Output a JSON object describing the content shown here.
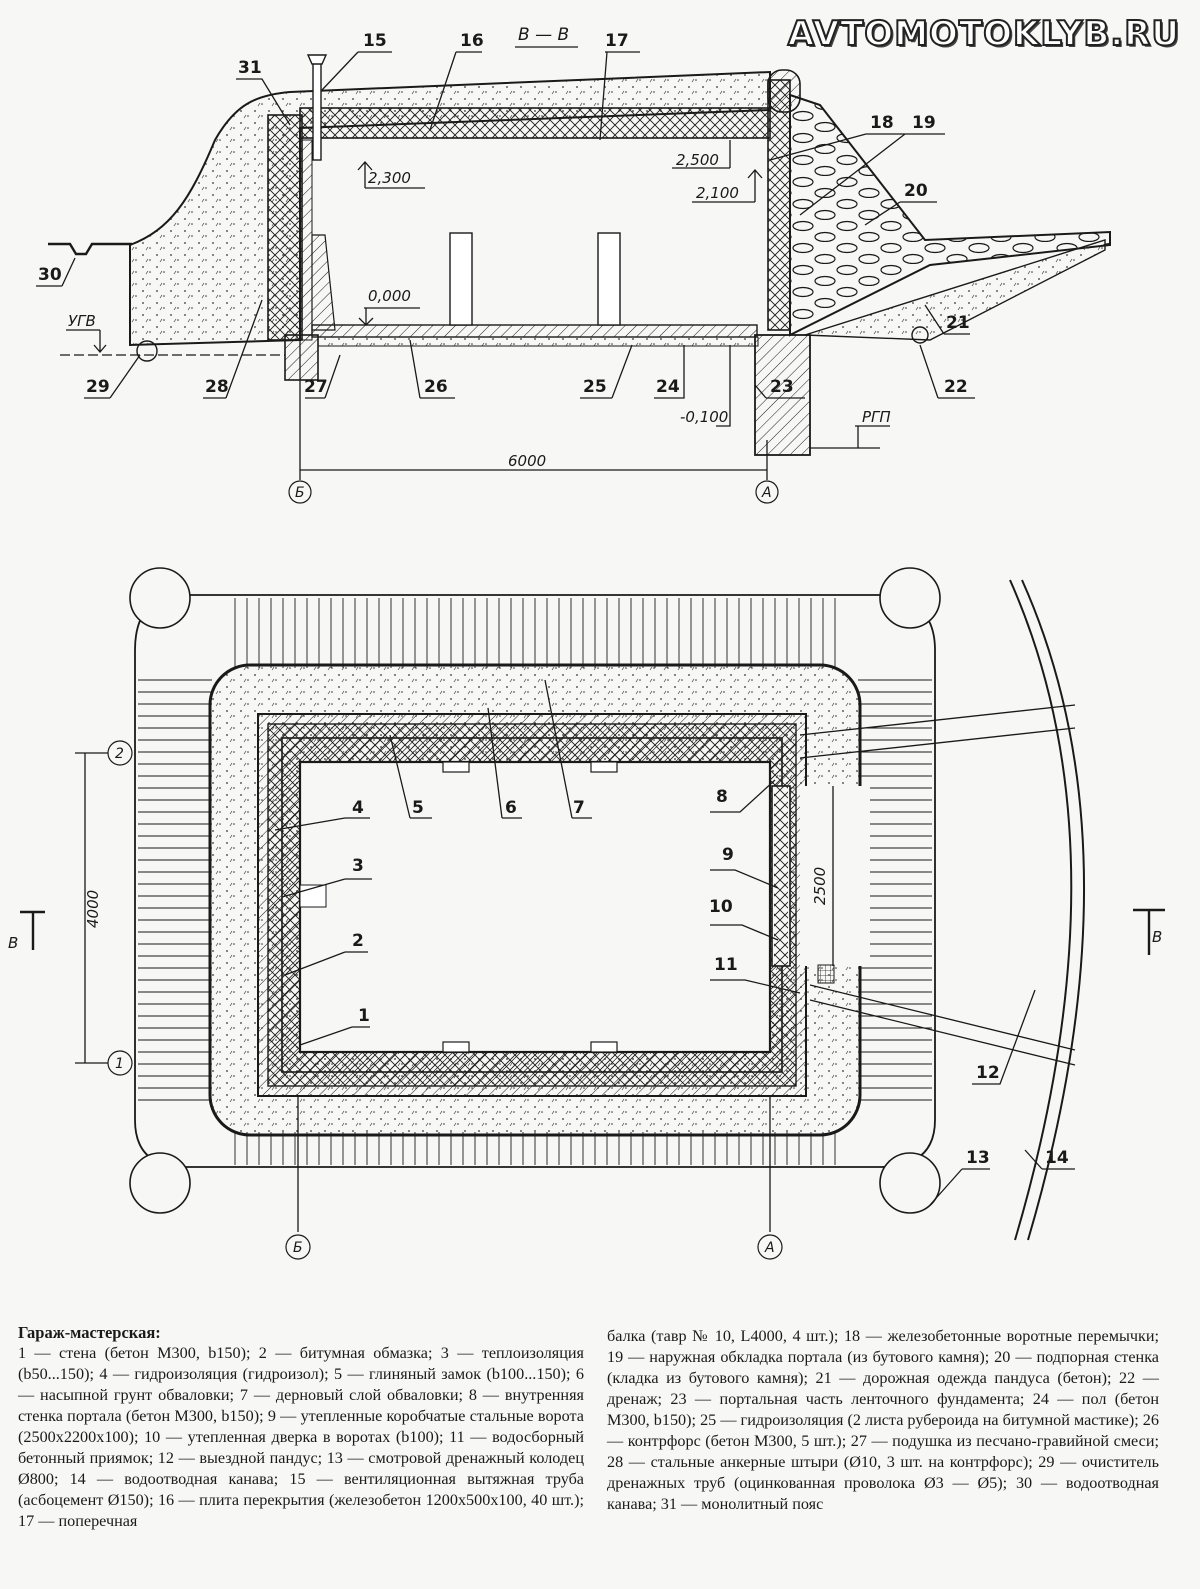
{
  "watermark": "AVTOMOTOKLYB.RU",
  "section_view": {
    "title": "В — В",
    "elevations": {
      "ceiling_left": "2,300",
      "ceiling_right": "2,500",
      "gate_top": "2,100",
      "floor": "0,000",
      "subfloor": "-0,100"
    },
    "ground_water_label": "УГВ",
    "design_ground_label": "РГП",
    "span_dimension": "6000",
    "axis_left": "Б",
    "axis_right": "А",
    "callouts": [
      "15",
      "16",
      "17",
      "18",
      "19",
      "20",
      "21",
      "22",
      "23",
      "24",
      "25",
      "26",
      "27",
      "28",
      "29",
      "30",
      "31"
    ]
  },
  "plan_view": {
    "width_dimension": "4000",
    "gate_dimension": "2500",
    "section_mark": "В",
    "axis_top": "2",
    "axis_bottom": "1",
    "axis_left": "Б",
    "axis_right": "А",
    "callouts": [
      "1",
      "2",
      "3",
      "4",
      "5",
      "6",
      "7",
      "8",
      "9",
      "10",
      "11",
      "12",
      "13",
      "14"
    ]
  },
  "caption": {
    "heading": "Гараж-мастерская:",
    "left_text": "1 — стена (бетон М300, b150); 2 — битумная обмазка; 3 — теплоизоляция (b50...150); 4 — гидроизоляция (гидроизол); 5 — глиняный замок (b100...150); 6 — насыпной грунт обваловки; 7 — дерновый слой обваловки; 8 — внутренняя стенка портала (бетон М300, b150); 9 — утепленные коробчатые стальные ворота (2500х2200х100); 10 — утепленная дверка в воротах (b100); 11 — водосборный бетонный приямок; 12 — выездной пандус; 13 — смотровой дренажный колодец Ø800; 14 — водоотводная канава; 15 — вентиляционная вытяжная труба (асбоцемент Ø150); 16 — плита перекрытия (железобетон 1200х500х100, 40 шт.); 17 — поперечная",
    "right_text": "балка (тавр № 10, L4000, 4 шт.); 18 — железобетонные воротные перемычки; 19 — наружная обкладка портала (из бутового камня); 20 — подпорная стенка (кладка из бутового камня); 21 — дорожная одежда пандуса (бетон); 22 — дренаж; 23 — портальная часть ленточного фундамента; 24 — пол (бетон М300, b150); 25 — гидроизоляция (2 листа рубероида на битумной мастике); 26 — контрфорс (бетон М300, 5 шт.); 27 — подушка из песчано-гравийной смеси; 28 — стальные анкерные штыри (Ø10, 3 шт. на контрфорс); 29 — очиститель дренажных труб (оцинкованная проволока Ø3 — Ø5); 30 — водоотводная канава; 31 — монолитный пояс"
  },
  "colors": {
    "ink": "#1a1a1a",
    "paper": "#f7f7f5"
  }
}
